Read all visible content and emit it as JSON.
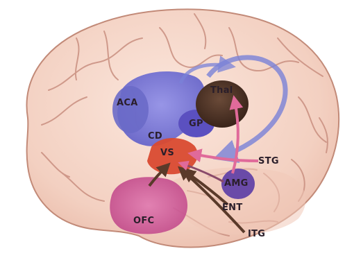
{
  "labels": {
    "aca": "ACA",
    "cd": "CD",
    "gp": "GP",
    "thal": "Thal",
    "vs": "VS",
    "stg": "STG",
    "amg": "AMG",
    "ent": "ENT",
    "ofc": "OFC",
    "itg": "ITG"
  },
  "colors": {
    "background": "#ffffff",
    "brain_tissue": "#f4d4c6",
    "sulcus_line": "#c98f80",
    "striatum_blue": "#6e6ed6",
    "gp_purple": "#5b50c0",
    "thalamus_brown": "#4a3226",
    "vs_red": "#d94a30",
    "ofc_magenta": "#d05a9a",
    "amg_purple": "#6a4aa8",
    "arrow_pink": "#e06a9a",
    "arrow_brown": "#5a3a2a",
    "arrow_blue": "#7a82d8",
    "label_text": "#2a1e2a"
  }
}
